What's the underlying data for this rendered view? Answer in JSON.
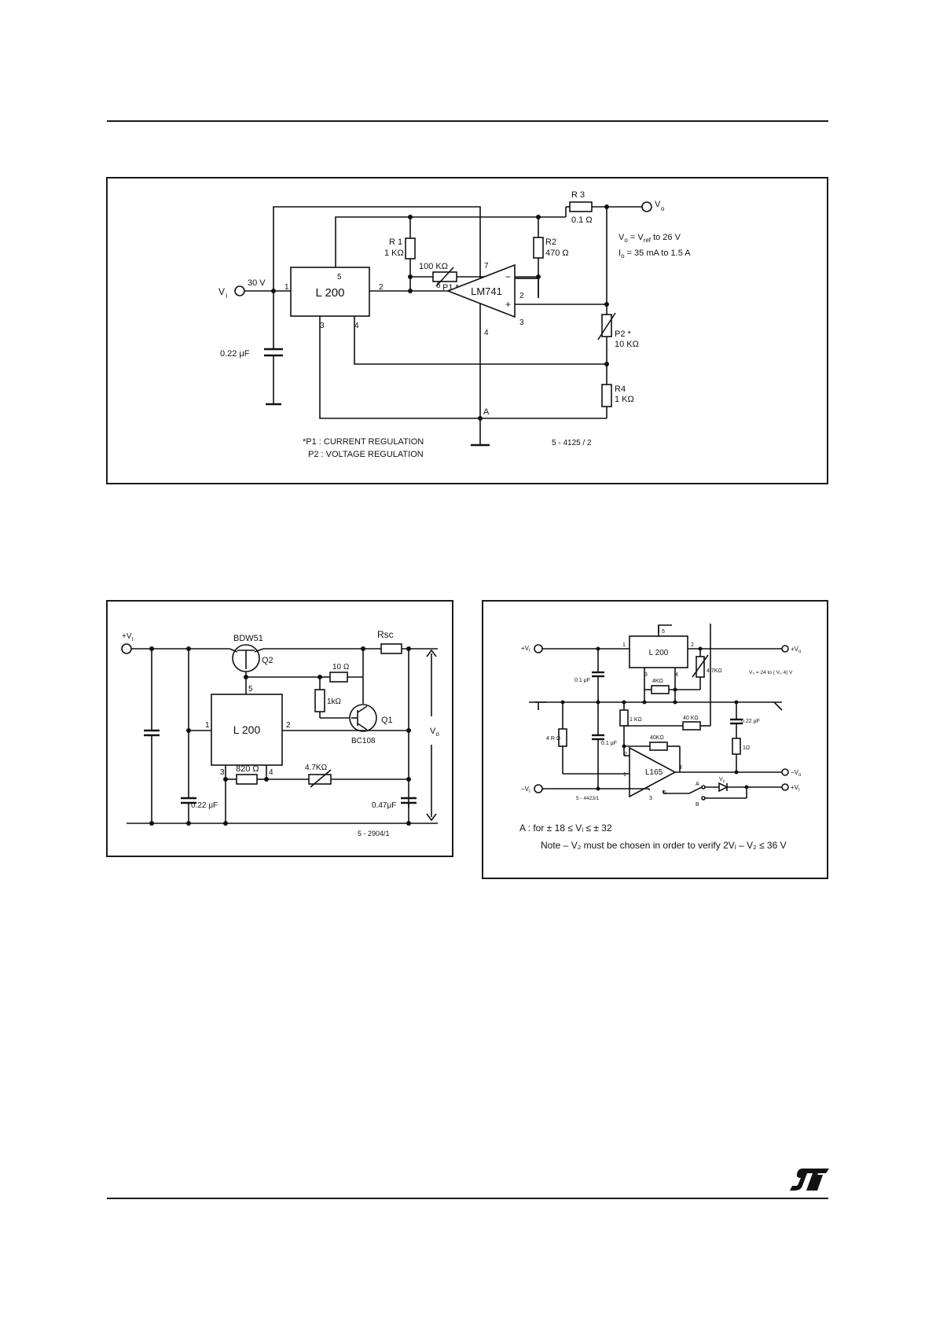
{
  "fig1": {
    "ic_label": "L 200",
    "opamp_label": "LM741",
    "vi_label": "V",
    "vi_sub": "I",
    "vi_value": "30 V",
    "cap": "0.22 μF",
    "r1": "R 1",
    "r1_val": "1 KΩ",
    "r2": "R2",
    "r2_val": "470 Ω",
    "r3": "R 3",
    "r3_val": "0.1 Ω",
    "r4": "R4",
    "r4_val": "1 KΩ",
    "p1_val": "100 KΩ",
    "p1": "P1 *",
    "p2": "P2 *",
    "p2_val": "10 KΩ",
    "vo_label": "V",
    "vo_sub": "o",
    "formula1": "V",
    "formula1_sub": "o",
    "formula1_rest": " = V",
    "formula1_sub2": "ref",
    "formula1_end": " to 26 V",
    "formula2": "I",
    "formula2_sub": "o",
    "formula2_end": " = 35 mA to 1.5 A",
    "pins": {
      "p5": "5",
      "p1": "1",
      "p2": "2",
      "p3": "3",
      "p4": "4",
      "op6": "6",
      "op7": "7",
      "op2": "2",
      "op3": "3",
      "op4": "4",
      "minus": "−",
      "plus": "+"
    },
    "node_a": "A",
    "note1": "*P1 : CURRENT  REGULATION",
    "note2": "P2 : VOLTAGE  REGULATION",
    "code": "5 - 4125 / 2"
  },
  "fig2": {
    "vi": "+V",
    "vi_sub": "I",
    "q2_type": "BDW51",
    "q2": "Q2",
    "rsc": "Rsc",
    "r10": "10 Ω",
    "r1k": "1kΩ",
    "q1": "Q1",
    "q1_type": "BC108",
    "ic_label": "L 200",
    "pins": {
      "p5": "5",
      "p1": "1",
      "p2": "2",
      "p3": "3",
      "p4": "4"
    },
    "r820": "820 Ω",
    "pot": "4.7KΩ",
    "cap1": "0.22 μF",
    "cap2": "0.47μF",
    "vo": "V",
    "vo_sub": "o",
    "code": "5 - 2904/1"
  },
  "fig3": {
    "vi_pos": "+V",
    "vi_pos_sub": "I",
    "vi_neg": "−V",
    "vi_neg_sub": "I",
    "ic_top": "L 200",
    "ic_bottom": "L165",
    "cap_a": "0.1 μF",
    "cap_b": "0.1 μF",
    "cap_c": "0.22 μF",
    "r4k": "4KΩ",
    "pot47": "4.7KΩ",
    "r1k": "1 KΩ",
    "r40k": "40 KΩ",
    "r40k2": "40KΩ",
    "r4r": "4 R Ω",
    "r1": "1Ω",
    "vo_pos": "+V",
    "vo_pos_sub": "o",
    "vo_neg": "−V",
    "vo_neg_sub": "o",
    "vz_out": "+V",
    "vz_out_sub": "I",
    "vz": "V",
    "vz_sub": "z",
    "formula": "V₀ = 24 to ( V₀ 4) V",
    "sw_a": "A",
    "sw_b": "B",
    "code": "5 - 4423/1",
    "pins": {
      "p5": "5",
      "p1": "1",
      "p2": "2",
      "p3": "3",
      "p4": "4",
      "l2": "2",
      "l3": "3",
      "l4": "4",
      "l5": "5",
      "l1": "1"
    },
    "note_a": "A :   for ± 18 ≤ Vᵢ ≤ ± 32",
    "note_b": "Note – V₂ must be chosen in order to verify 2Vᵢ – V₂ ≤ 36 V"
  },
  "logo": "ST"
}
